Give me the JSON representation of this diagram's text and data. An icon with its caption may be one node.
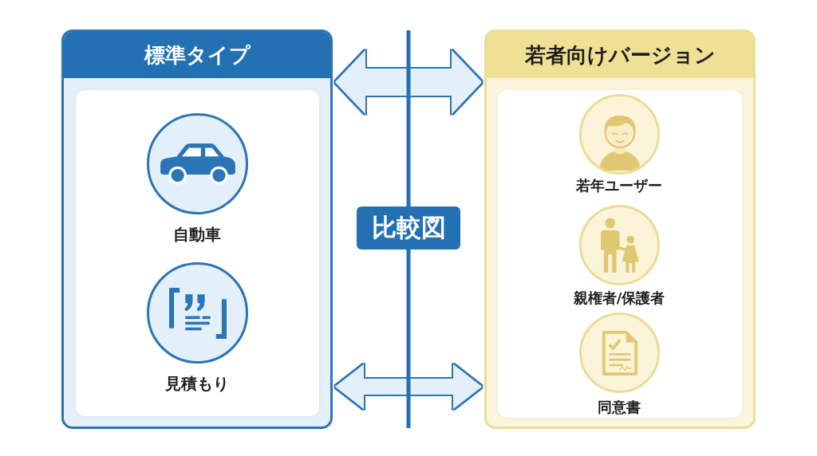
{
  "diagram": {
    "nodes": [
      {
        "text": [
          "標準タイプ"
        ]
      },
      {
        "text": [],
        "shape": "box",
        "in": 0
      },
      {
        "text": [],
        "shape": "circle",
        "in": 1,
        "beside": [
          "自動車"
        ]
      },
      {
        "text": [],
        "shape": "circle",
        "in": 1,
        "beside": [
          "見積もり"
        ]
      },
      {
        "text": [
          "比較図"
        ]
      },
      {
        "text": [
          "若者向けバージョン"
        ]
      },
      {
        "text": [],
        "shape": "box",
        "in": 5
      },
      {
        "text": [],
        "shape": "circle",
        "in": 6,
        "beside": [
          "若年ユーザー"
        ]
      },
      {
        "text": [],
        "shape": "circle",
        "in": 6,
        "beside": [
          "親権者/保護者"
        ]
      },
      {
        "text": [],
        "shape": "circle",
        "in": 6,
        "beside": [
          "同意書"
        ]
      }
    ],
    "edges": [
      {
        "from": 0,
        "to": 5,
        "arrow": "both"
      },
      {
        "from": 0,
        "to": 5,
        "arrow": "both"
      }
    ]
  }
}
